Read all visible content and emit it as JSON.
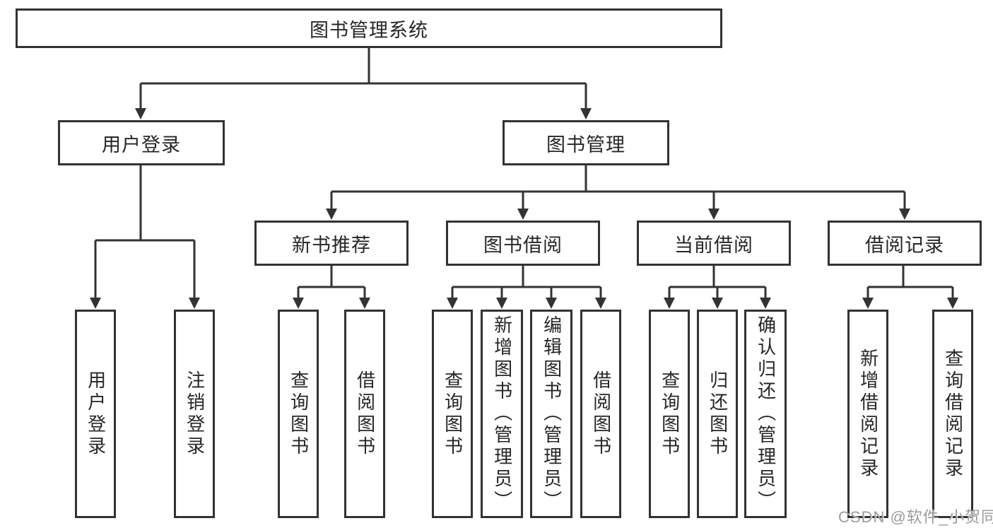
{
  "root": {
    "label": "图书管理系统"
  },
  "branches": {
    "user_login": {
      "label": "用户登录",
      "children": [
        {
          "label": "用户登录"
        },
        {
          "label": "注销登录"
        }
      ]
    },
    "book_management": {
      "label": "图书管理",
      "children": [
        {
          "label": "新书推荐",
          "children": [
            {
              "label": "查询图书"
            },
            {
              "label": "借阅图书"
            }
          ]
        },
        {
          "label": "图书借阅",
          "children": [
            {
              "label": "查询图书"
            },
            {
              "label": "新增图书（管理员）"
            },
            {
              "label": "编辑图书（管理员）"
            },
            {
              "label": "借阅图书"
            }
          ]
        },
        {
          "label": "当前借阅",
          "children": [
            {
              "label": "查询图书"
            },
            {
              "label": "归还图书"
            },
            {
              "label": "确认归还（管理员）"
            }
          ]
        },
        {
          "label": "借阅记录",
          "children": [
            {
              "label": "新增借阅记录"
            },
            {
              "label": "查询借阅记录"
            }
          ]
        }
      ]
    }
  },
  "watermark": "CSDN @软件_小贺同学",
  "colors": {
    "line": "#333333",
    "box_border": "#323232",
    "text": "#262626",
    "watermark": "#9b9b9b",
    "background": "#ffffff"
  }
}
